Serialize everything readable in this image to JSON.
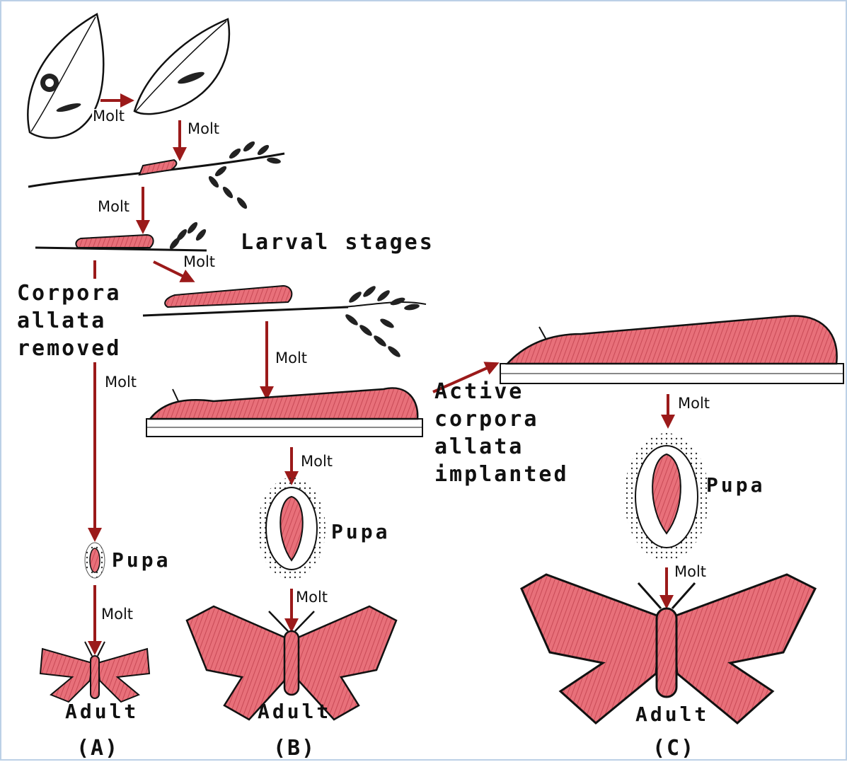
{
  "labels": {
    "molt": "Molt",
    "larval_stages": "Larval stages",
    "ca_removed": [
      "Corpora",
      "allata",
      "removed"
    ],
    "ca_implanted": [
      "Active",
      "corpora",
      "allata",
      "implanted"
    ],
    "pupa": "Pupa",
    "adult": "Adult",
    "panels": [
      "(A)",
      "(B)",
      "(C)"
    ]
  },
  "colors": {
    "body": "#e8707a",
    "arrow": "#9b1a1a",
    "ink": "#111111",
    "leaf": "#222222"
  }
}
